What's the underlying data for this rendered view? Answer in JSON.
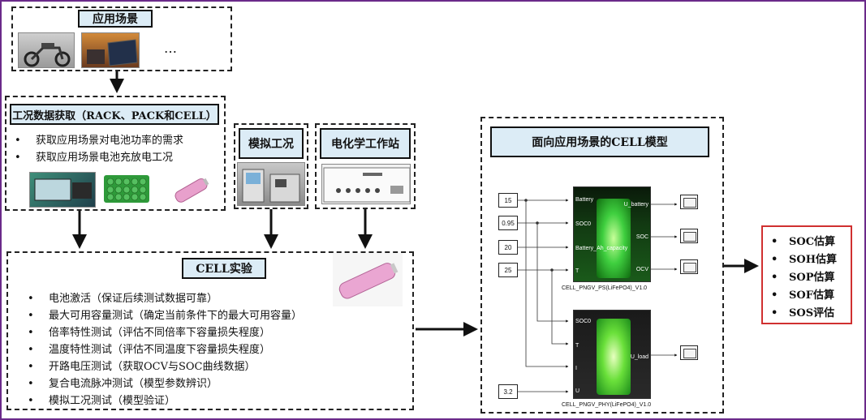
{
  "scenario": {
    "title": "应用场景",
    "ellipsis": "…"
  },
  "acquisition": {
    "title": "工况数据获取（RACK、PACK和CELL）",
    "items": [
      "获取应用场景对电池功率的需求",
      "获取应用场景电池充放电工况"
    ]
  },
  "simulation": {
    "title": "模拟工况"
  },
  "electrochem": {
    "title": "电化学工作站"
  },
  "cell_experiment": {
    "title": "CELL实验",
    "items": [
      "电池激活（保证后续测试数据可靠）",
      "最大可用容量测试（确定当前条件下的最大可用容量）",
      "倍率特性测试（评估不同倍率下容量损失程度）",
      "温度特性测试（评估不同温度下容量损失程度）",
      "开路电压测试（获取OCV与SOC曲线数据）",
      "复合电流脉冲测试（模型参数辨识）",
      "模拟工况测试（模型验证）"
    ]
  },
  "model": {
    "title": "面向应用场景的CELL模型",
    "constants": [
      "15",
      "0.95",
      "20",
      "25",
      "3.2"
    ],
    "block1": {
      "label": "CELL_PNGV_PS(LiFePO4)_V1.0",
      "ports_in": [
        "Battery",
        "SOC0",
        "Battery_Ah_capacity",
        "T"
      ],
      "ports_out": [
        "U_battery",
        "SOC",
        "OCV"
      ]
    },
    "block2": {
      "label": "CELL_PNGV_PHY(LiFePO4)_V1.0",
      "ports_in": [
        "SOC0",
        "T",
        "I",
        "U"
      ],
      "ports_out": [
        "U_load"
      ]
    }
  },
  "outputs": {
    "items": [
      "SOC估算",
      "SOH估算",
      "SOP估算",
      "SOF估算",
      "SOS评估"
    ]
  }
}
